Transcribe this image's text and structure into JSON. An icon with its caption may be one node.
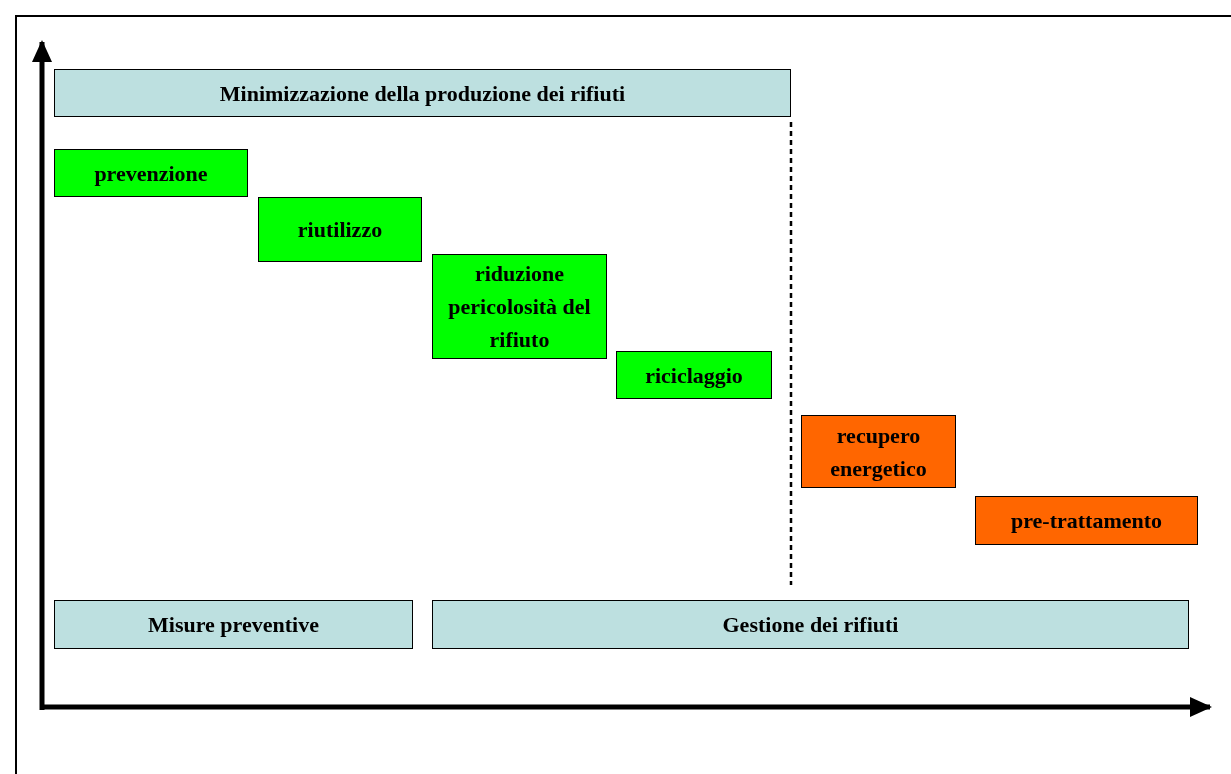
{
  "diagram": {
    "nodes": [
      {
        "text": [
          "Minimizzazione della produzione dei rifiuti"
        ]
      },
      {
        "text": [
          "prevenzione"
        ]
      },
      {
        "text": [
          "riutilizzo"
        ]
      },
      {
        "text": [
          "riduzione pericolosità del rifiuto"
        ]
      },
      {
        "text": [
          "riciclaggio"
        ]
      },
      {
        "text": [
          "recupero energetico"
        ]
      },
      {
        "text": [
          "pre-trattamento"
        ]
      },
      {
        "text": [
          "Misure preventive"
        ]
      },
      {
        "text": [
          "Gestione dei rifiuti"
        ]
      }
    ]
  }
}
